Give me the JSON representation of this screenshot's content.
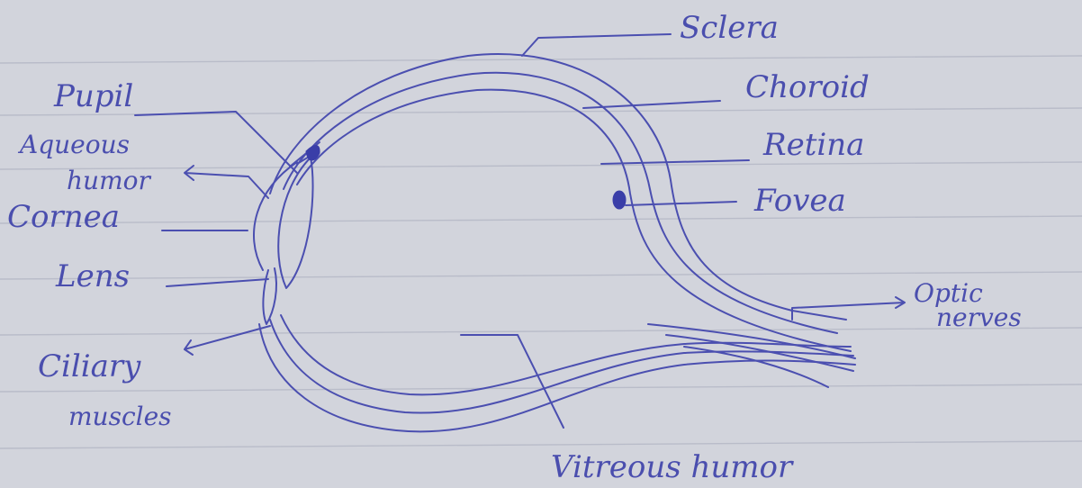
{
  "diagram": {
    "labels": {
      "sclera": "Sclera",
      "choroid": "Choroid",
      "retina": "Retina",
      "fovea": "Fovea",
      "optic_line1": "Optic",
      "optic_line2": "nerves",
      "pupil": "Pupil",
      "aqueous_line1": "Aqueous",
      "aqueous_line2": "humor",
      "cornea": "Cornea",
      "lens": "Lens",
      "ciliary_line1": "Ciliary",
      "ciliary_line2": "muscles",
      "vitreous": "Vitreous humor"
    }
  }
}
